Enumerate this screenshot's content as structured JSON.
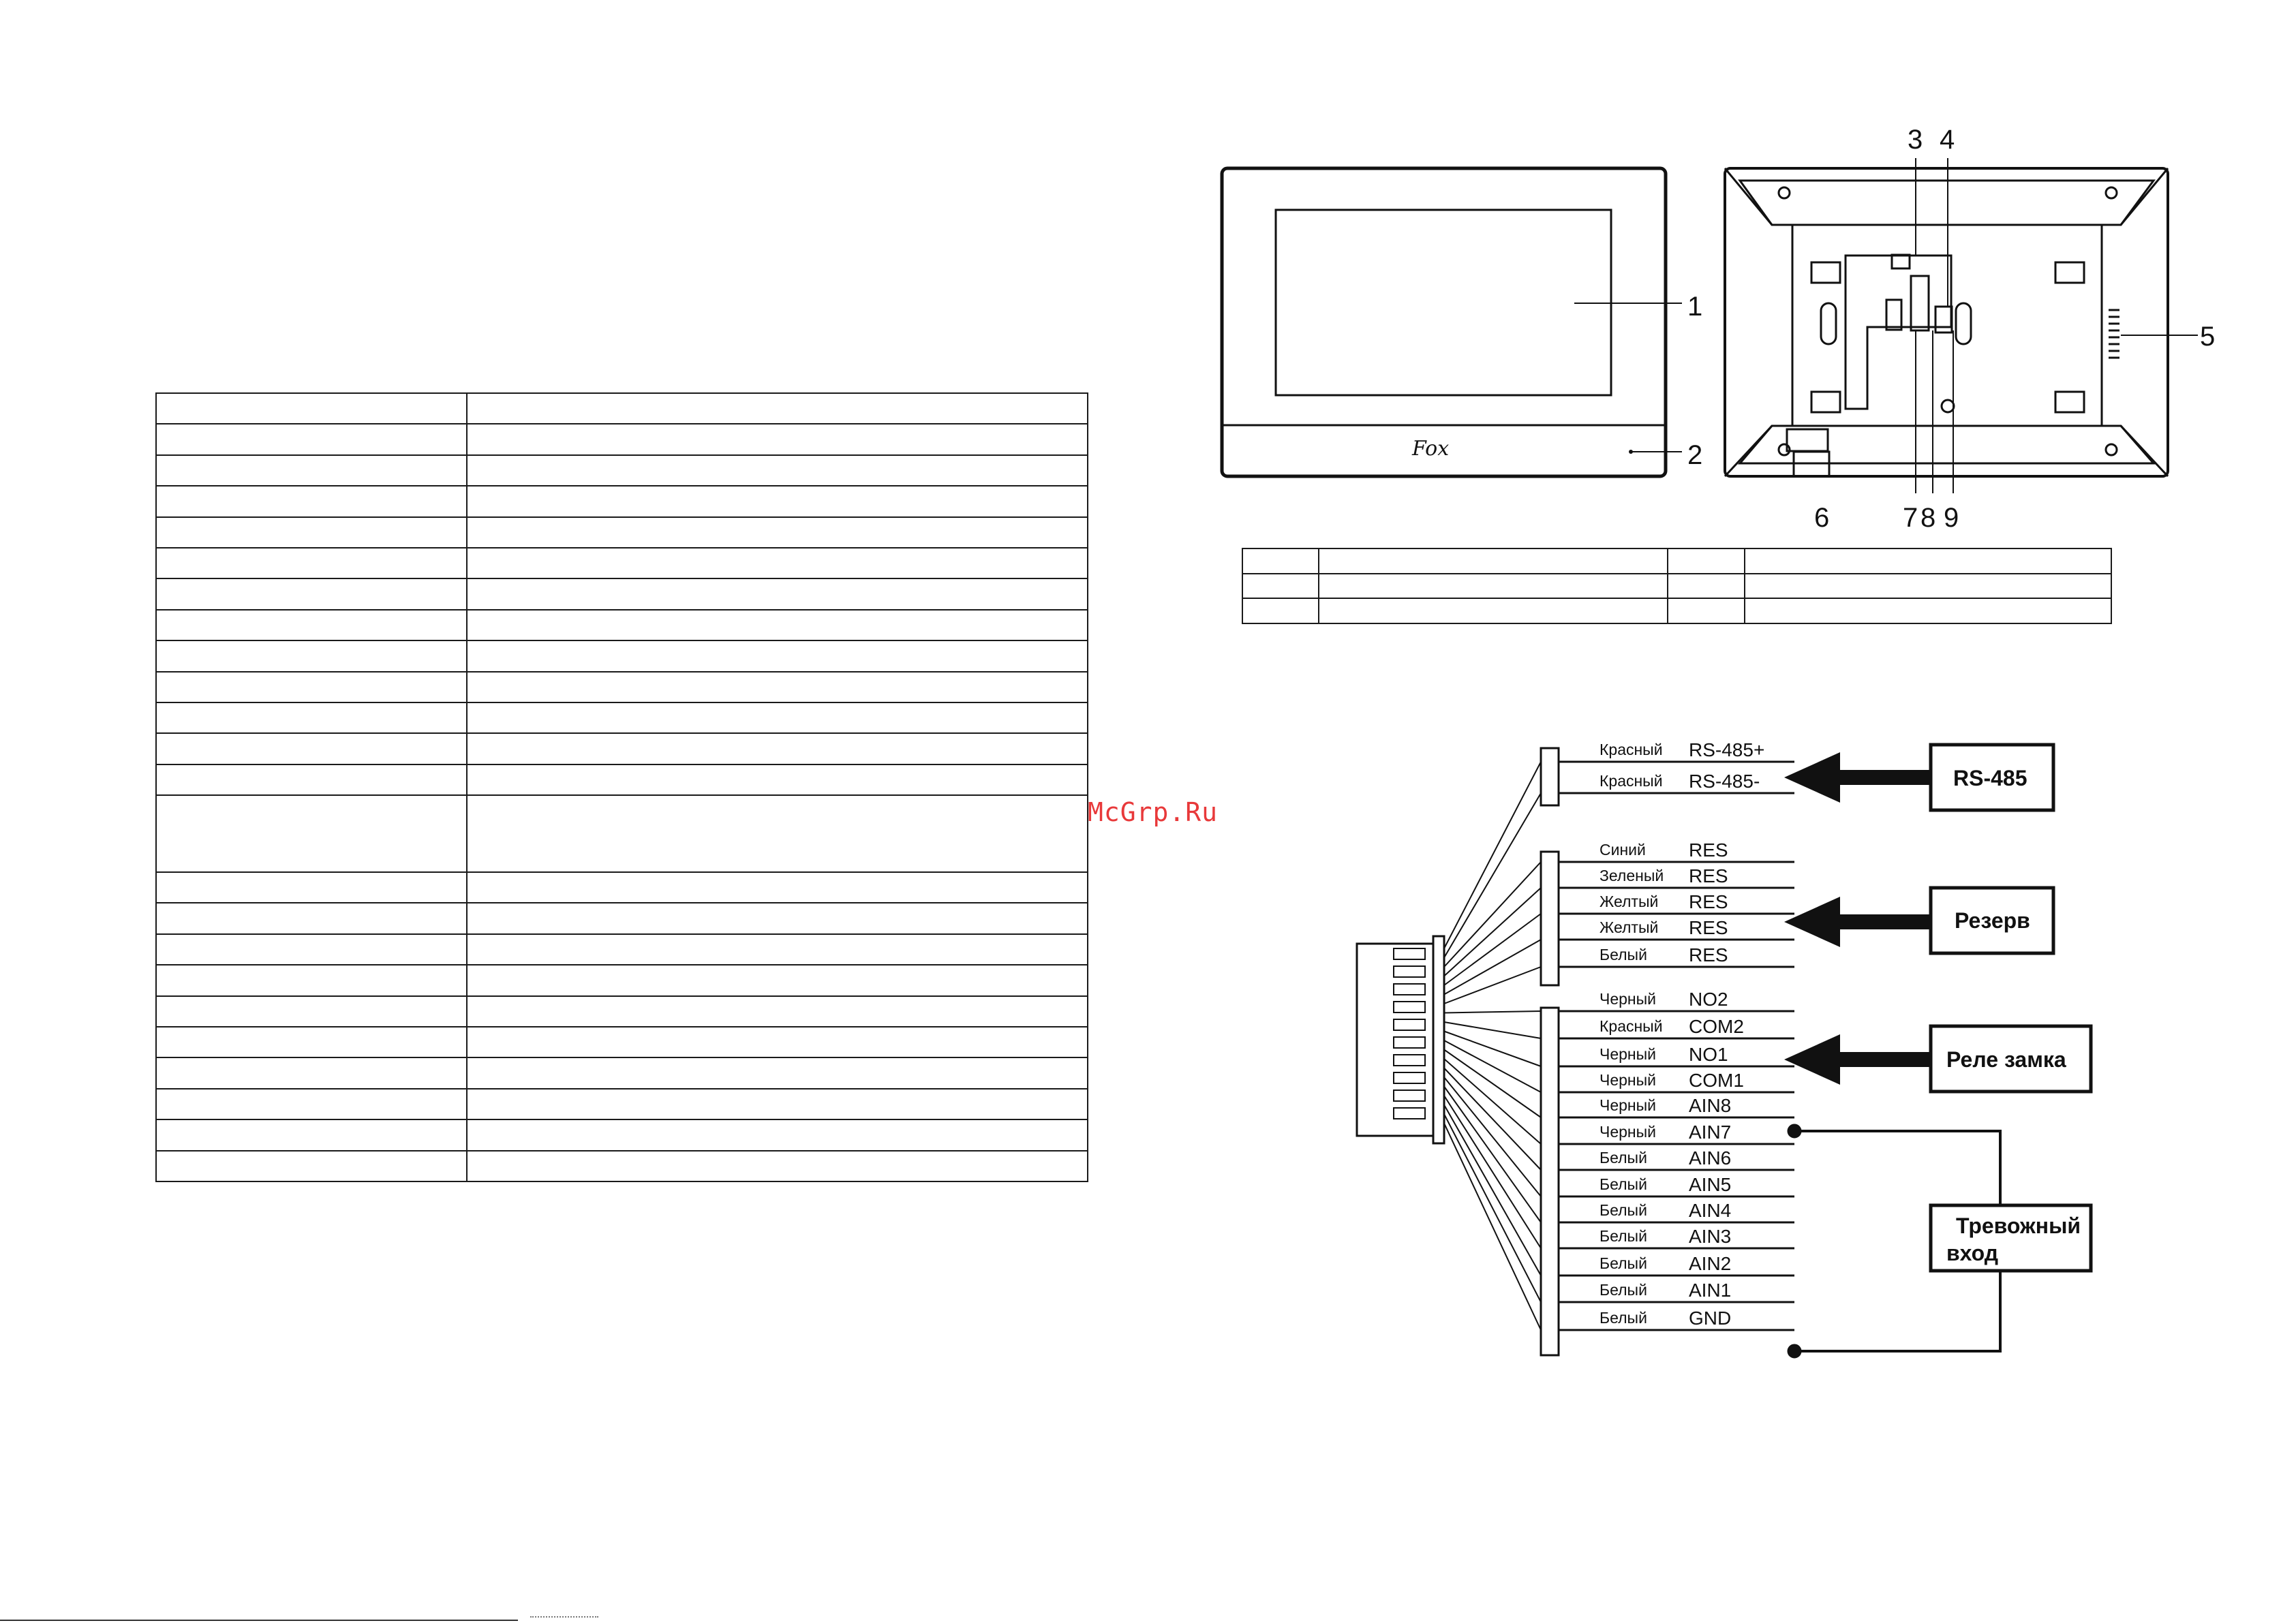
{
  "watermark": "McGrp.Ru",
  "callouts": [
    "1",
    "2",
    "3",
    "4",
    "5",
    "6",
    "7",
    "8",
    "9"
  ],
  "device_logo": "Fox",
  "wiring": {
    "wires": [
      {
        "color": "Красный",
        "signal": "RS-485+"
      },
      {
        "color": "Красный",
        "signal": "RS-485-"
      },
      {
        "color": "Синий",
        "signal": "RES"
      },
      {
        "color": "Зеленый",
        "signal": "RES"
      },
      {
        "color": "Желтый",
        "signal": "RES"
      },
      {
        "color": "Желтый",
        "signal": "RES"
      },
      {
        "color": "Белый",
        "signal": "RES"
      },
      {
        "color": "Черный",
        "signal": "NO2"
      },
      {
        "color": "Красный",
        "signal": "COM2"
      },
      {
        "color": "Черный",
        "signal": "NO1"
      },
      {
        "color": "Черный",
        "signal": "COM1"
      },
      {
        "color": "Черный",
        "signal": "AIN8"
      },
      {
        "color": "Черный",
        "signal": "AIN7"
      },
      {
        "color": "Белый",
        "signal": "AIN6"
      },
      {
        "color": "Белый",
        "signal": "AIN5"
      },
      {
        "color": "Белый",
        "signal": "AIN4"
      },
      {
        "color": "Белый",
        "signal": "AIN3"
      },
      {
        "color": "Белый",
        "signal": "AIN2"
      },
      {
        "color": "Белый",
        "signal": "AIN1"
      },
      {
        "color": "Белый",
        "signal": "GND"
      }
    ],
    "boxes": {
      "rs485": "RS-485",
      "reserve": "Резерв",
      "relay": "Реле замка",
      "alarm_line1": "Тревожный",
      "alarm_line2": "вход"
    }
  },
  "colors": {
    "watermark": "#e8393a",
    "lines": "#111111"
  }
}
